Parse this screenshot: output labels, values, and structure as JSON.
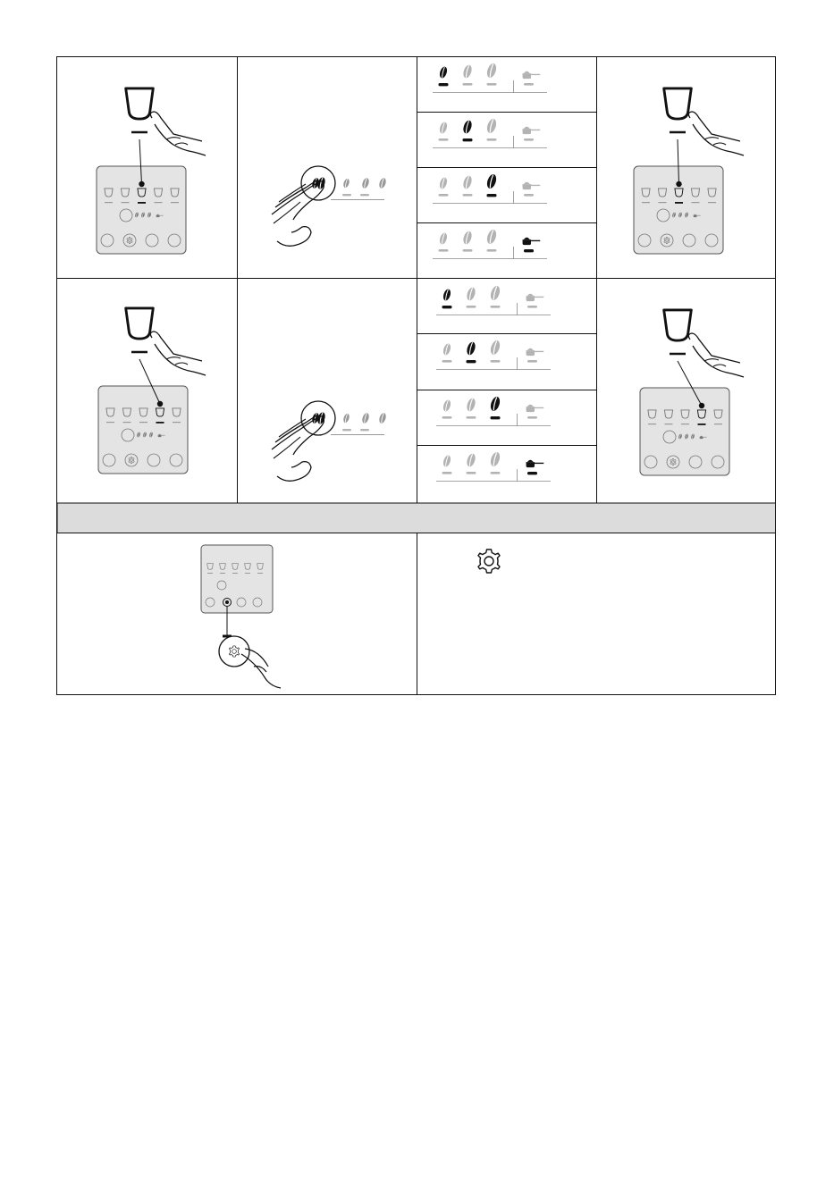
{
  "document": {
    "section_header_text": "",
    "settings_text": ""
  },
  "colors": {
    "line": "#111111",
    "panel_fill": "#e4e4e4",
    "panel_stroke": "#555555",
    "inactive": "#b3b3b3",
    "header_band": "#dcdcdc"
  },
  "icons": {
    "cup": "cup-icon",
    "bean": "coffee-bean-icon",
    "scoop": "ground-coffee-scoop-icon",
    "hand": "pointing-hand-icon",
    "gear": "gear-icon"
  },
  "steps": {
    "row1": {
      "selected_cup_index": 2,
      "aroma_levels_active": [
        0,
        1,
        2,
        3
      ]
    },
    "row2": {
      "selected_cup_index": 3,
      "aroma_levels_active": [
        0,
        1,
        2,
        3
      ]
    }
  }
}
